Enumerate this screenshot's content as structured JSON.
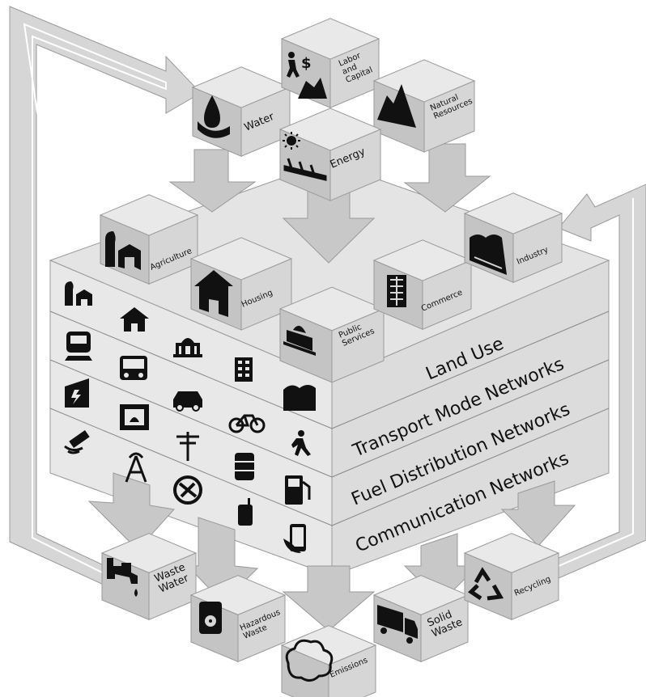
{
  "inputs": {
    "water": [
      "Water"
    ],
    "labor": [
      "Labor",
      "and",
      "Capital"
    ],
    "natural_resources": [
      "Natural",
      "Resources"
    ],
    "energy": [
      "Energy"
    ]
  },
  "top_blocks": {
    "agriculture": [
      "Agriculture"
    ],
    "housing": [
      "Housing"
    ],
    "public_services": [
      "Public",
      "Services"
    ],
    "commerce": [
      "Commerce"
    ],
    "industry": [
      "Industry"
    ]
  },
  "layers": [
    "Land Use",
    "Transport Mode Networks",
    "Fuel Distribution Networks",
    "Communication Networks"
  ],
  "outputs": {
    "waste_water": [
      "Waste",
      "Water"
    ],
    "hazardous_waste": [
      "Hazardous",
      "Waste"
    ],
    "emissions": [
      "Emissions"
    ],
    "solid_waste": [
      "Solid",
      "Waste"
    ],
    "recycling": [
      "Recycling"
    ]
  },
  "colors": {
    "cube_top": "#e9e9e9",
    "cube_left": "#c4c4c4",
    "cube_right": "#d6d6d6",
    "arrow": "#c8c8c8",
    "icon": "#111111"
  }
}
